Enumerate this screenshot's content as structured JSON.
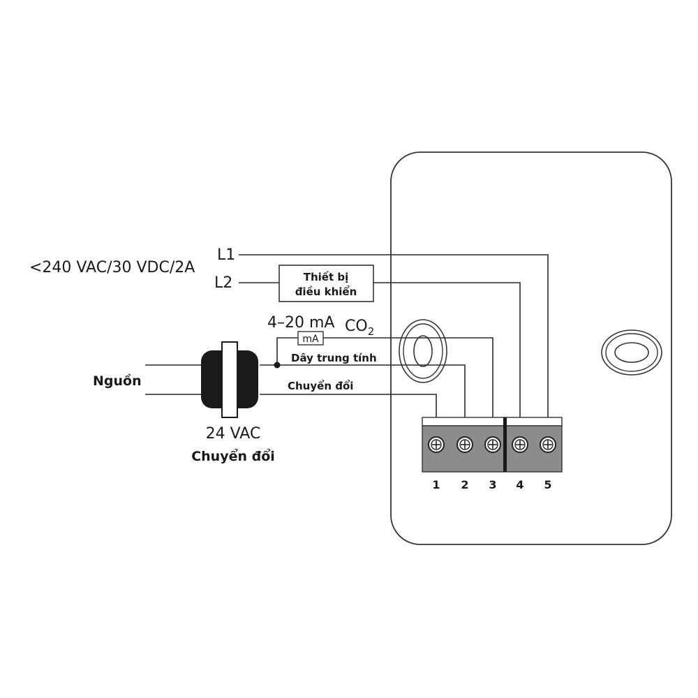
{
  "labels": {
    "supply_rating": "<240 VAC/30 VDC/2A",
    "l1": "L1",
    "l2": "L2",
    "controller_line1": "Thiết bị",
    "controller_line2": "điều khiển",
    "signal": "4–20 mA",
    "co2_main": "CO",
    "co2_sub": "2",
    "meter": "mA",
    "neutral_wire": "Dây trung tính",
    "switch_wire": "Chuyển đổi",
    "power": "Nguồn",
    "transformer_voltage": "24 VAC",
    "transformer_label": "Chuyển đổi"
  },
  "terminals": [
    "1",
    "2",
    "3",
    "4",
    "5"
  ],
  "colors": {
    "line": "#2a2a2a",
    "terminal_block": "#8c8c8c",
    "transformer": "#1a1a1a"
  }
}
